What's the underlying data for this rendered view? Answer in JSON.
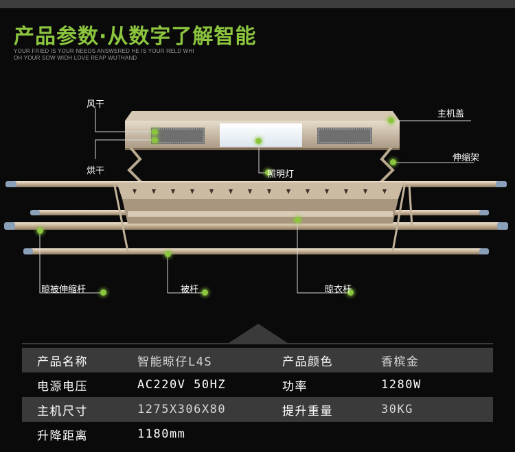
{
  "title": "产品参数·从数字了解智能",
  "subtitle_lines": [
    "YOUR FRIED IS YOUR NEEOS ANSWERED HE IS YOUR RELD WHI",
    "OH  YOUR  SOW WIDH LOVE REAP WUTHAND"
  ],
  "colors": {
    "accent": "#8cc63f",
    "background": "#0a0a0a",
    "row_dark": "#3a3a3a"
  },
  "callouts": {
    "wind_dry": "风干",
    "heat_dry": "烘干",
    "light": "照明灯",
    "host_cover": "主机盖",
    "telescopic_frame": "伸缩架",
    "telescopic_rod": "晾被伸缩杆",
    "quilt_rod": "被杆",
    "clothes_rod": "晾衣杆"
  },
  "specs": [
    {
      "k1": "产品名称",
      "v1": "智能晾仔L4S",
      "k2": "产品颜色",
      "v2": "香槟金"
    },
    {
      "k1": "电源电压",
      "v1": "AC220V 50HZ",
      "k2": "功率",
      "v2": "1280W"
    },
    {
      "k1": "主机尺寸",
      "v1": "1275X306X80",
      "k2": "提升重量",
      "v2": "30KG"
    },
    {
      "k1": "升降距离",
      "v1": "1180mm",
      "k2": "",
      "v2": ""
    }
  ]
}
